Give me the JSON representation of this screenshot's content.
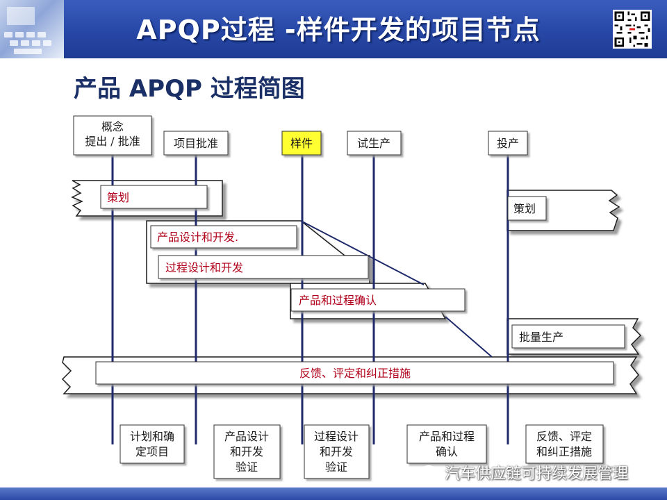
{
  "header": {
    "title": "APQP过程  -样件开发的项目节点"
  },
  "subtitle": "产品 APQP 过程简图",
  "milestones": [
    {
      "lines": [
        "概念",
        "提出 / 批准"
      ]
    },
    {
      "lines": [
        "项目批准"
      ]
    },
    {
      "lines": [
        "样件"
      ],
      "fill": "#ffff33"
    },
    {
      "lines": [
        "试生产"
      ]
    },
    {
      "lines": [
        "投产"
      ]
    }
  ],
  "phases": [
    "策划",
    "策划",
    "产品设计和开发.",
    "过程设计和开发",
    "产品和过程确认",
    "批量生产",
    "反馈、评定和纠正措施"
  ],
  "deliverables": [
    {
      "lines": [
        "计划和确",
        "定项目"
      ]
    },
    {
      "lines": [
        "产品设计",
        "和开发",
        "验证"
      ]
    },
    {
      "lines": [
        "过程设计",
        "和开发",
        "验证"
      ]
    },
    {
      "lines": [
        "产品和过程",
        "确认"
      ]
    },
    {
      "lines": [
        "反馈、评定",
        "和纠正措施"
      ]
    }
  ],
  "watermark": "汽车供应链可持续发展管理",
  "colors": {
    "header_blue": "#2747a6",
    "line_navy": "#1f2a6b",
    "phase_text": "#b0001a",
    "milestone_highlight": "#ffff33"
  }
}
